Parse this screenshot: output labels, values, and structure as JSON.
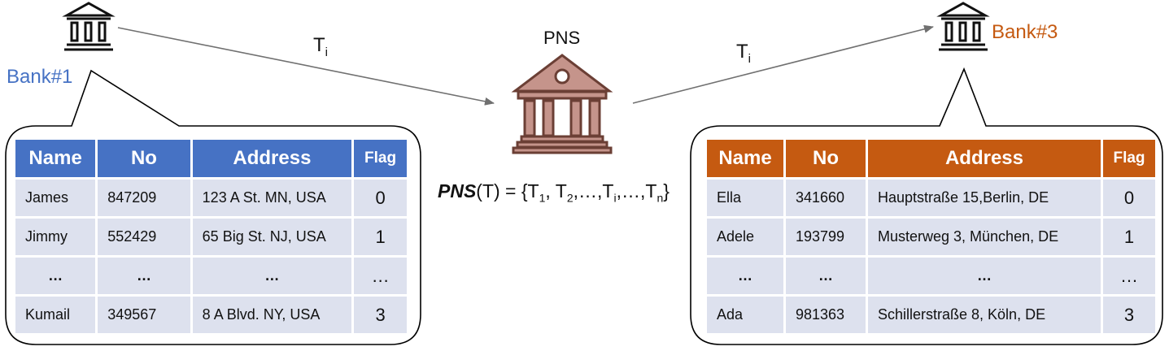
{
  "pns": {
    "title": "PNS",
    "formula": {
      "prefix": "PNS",
      "middle": "(T) = {T",
      "sub1": "1",
      "s2": ", T",
      "sub2": "2",
      "s3": ",…,T",
      "subi": "i",
      "s4": ",…,T",
      "subn": "n",
      "close": "}"
    }
  },
  "arrows": {
    "left_label": "T",
    "left_sub": "i",
    "right_label": "T",
    "right_sub": "i"
  },
  "bank1": {
    "label": "Bank#1",
    "color": "#4672c4",
    "columns": [
      "Name",
      "No",
      "Address",
      "Flag"
    ],
    "rows": [
      [
        "James",
        "847209",
        "123 A St. MN, USA",
        "0"
      ],
      [
        "Jimmy",
        "552429",
        "65 Big St. NJ, USA",
        "1"
      ],
      [
        "…",
        "…",
        "…",
        "…"
      ],
      [
        "Kumail",
        "349567",
        "8 A Blvd. NY, USA",
        "3"
      ]
    ]
  },
  "bank3": {
    "label": "Bank#3",
    "color": "#c55a11",
    "columns": [
      "Name",
      "No",
      "Address",
      "Flag"
    ],
    "rows": [
      [
        "Ella",
        "341660",
        "Hauptstraße 15,Berlin, DE",
        "0"
      ],
      [
        "Adele",
        "193799",
        "Musterweg 3, München, DE",
        "1"
      ],
      [
        "…",
        "…",
        "…",
        "…"
      ],
      [
        "Ada",
        "981363",
        "Schillerstraße 8, Köln, DE",
        "3"
      ]
    ]
  },
  "colors": {
    "building_fill": "#c5948b",
    "building_stroke": "#6b3f35",
    "line": "#666666"
  }
}
